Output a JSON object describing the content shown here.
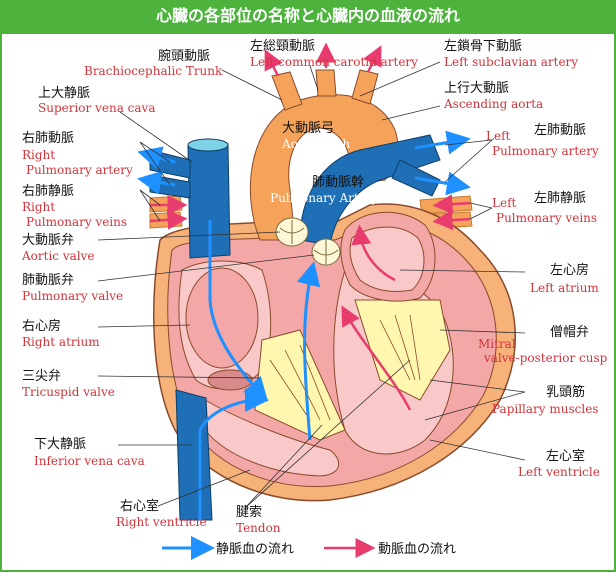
{
  "title": "心臓の各部位の名称と心臓内の血液の流れ",
  "colors": {
    "green": "#4db33d",
    "vein_blue": "#1e6fb5",
    "artery_orange": "#f5a25a",
    "muscle_pink": "#f4a7a7",
    "chamber_pink": "#f9c9c9",
    "valve_yellow": "#fff6b0",
    "venous_arrow": "#1e90ff",
    "arterial_arrow": "#e83c6f"
  },
  "labels": {
    "brachiocephalic": {
      "jp": "腕頭動脈",
      "en": "Brachiocephalic Trunk"
    },
    "left_common_carotid": {
      "jp": "左総頸動脈",
      "en": "Left common carotid artery"
    },
    "left_subclavian": {
      "jp": "左鎖骨下動脈",
      "en": "Left subclavian artery"
    },
    "superior_vena_cava": {
      "jp": "上大静脈",
      "en": "Superior vena cava"
    },
    "ascending_aorta": {
      "jp": "上行大動脈",
      "en": "Ascending aorta"
    },
    "right_pulmonary_artery": {
      "jp": "右肺動脈",
      "en1": "Right",
      "en2": "Pulmonary artery"
    },
    "aortic_arch": {
      "jp": "大動脈弓",
      "en": "Aortic arch"
    },
    "left_pulmonary_artery": {
      "jp": "左肺動脈",
      "en1": "Left",
      "en2": "Pulmonary artery"
    },
    "pulmonary_trunk": {
      "jp": "肺動脈幹",
      "en": "Pulmonary Artery"
    },
    "right_pulmonary_veins": {
      "jp": "右肺静脈",
      "en1": "Right",
      "en2": "Pulmonary veins"
    },
    "left_pulmonary_veins": {
      "jp": "左肺静脈",
      "en1": "Left",
      "en2": "Pulmonary veins"
    },
    "aortic_valve": {
      "jp": "大動脈弁",
      "en": "Aortic valve"
    },
    "pulmonary_valve": {
      "jp": "肺動脈弁",
      "en": "Pulmonary valve"
    },
    "left_atrium": {
      "jp": "左心房",
      "en": "Left atrium"
    },
    "right_atrium": {
      "jp": "右心房",
      "en": "Right atrium"
    },
    "mitral_valve": {
      "jp": "僧帽弁",
      "en1": "Mitral",
      "en2": "valve-posterior cusp"
    },
    "tricuspid_valve": {
      "jp": "三尖弁",
      "en": "Tricuspid valve"
    },
    "papillary_muscles": {
      "jp": "乳頭筋",
      "en": "Papillary muscles"
    },
    "inferior_vena_cava": {
      "jp": "下大静脈",
      "en": "Inferior vena cava"
    },
    "left_ventricle": {
      "jp": "左心室",
      "en": "Left ventricle"
    },
    "right_ventricle": {
      "jp": "右心室",
      "en": "Right ventricle"
    },
    "tendon": {
      "jp": "腱索",
      "en": "Tendon"
    }
  },
  "legend": {
    "venous": "静脈血の流れ",
    "arterial": "動脈血の流れ"
  }
}
